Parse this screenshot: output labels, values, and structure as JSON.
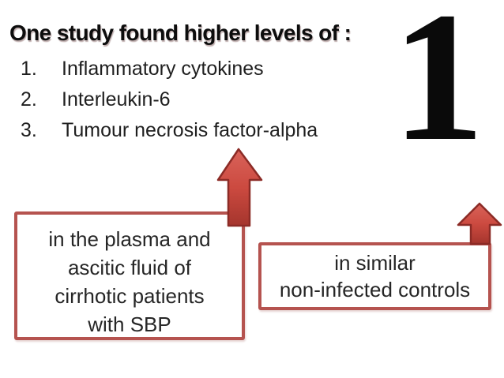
{
  "slide": {
    "title": "One study found higher levels of :",
    "slide_number": "1",
    "list": {
      "items": [
        {
          "number": "1.",
          "text": "Inflammatory cytokines"
        },
        {
          "number": "2.",
          "text": "Interleukin-6"
        },
        {
          "number": "3.",
          "text": "Tumour necrosis factor-alpha"
        }
      ]
    },
    "left_box": {
      "lines": [
        "in the plasma and",
        "ascitic fluid of",
        "cirrhotic patients",
        "with SBP"
      ]
    },
    "right_box": {
      "lines": [
        "in similar",
        "non-infected controls"
      ]
    },
    "icons": {
      "left_arrow": "up-arrow-icon",
      "right_arrow": "up-arrow-icon"
    }
  },
  "colors": {
    "theme-red": "#b5534f",
    "arrow-top": "#d9635a",
    "arrow-mid": "#cc4a40",
    "arrow-bottom": "#a5352d",
    "arrow-stroke": "#8c2b26",
    "title-color": "#0d0d0d",
    "body-text": "#1f1f1f"
  }
}
